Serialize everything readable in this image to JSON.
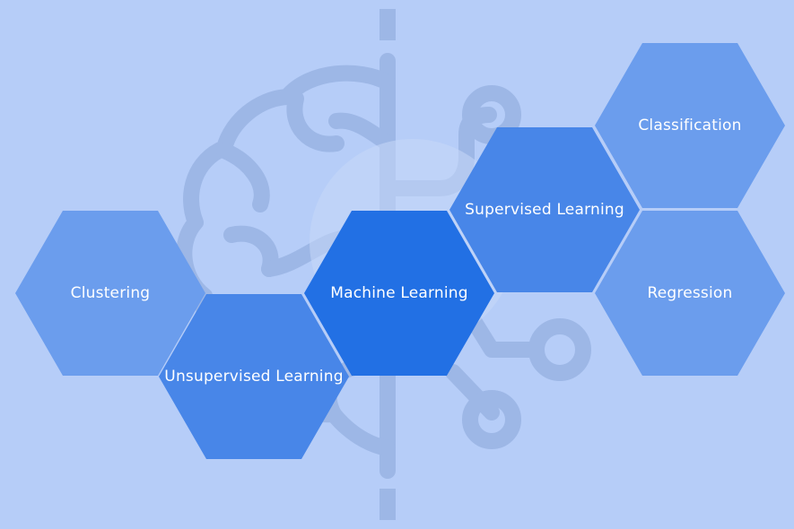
{
  "diagram": {
    "nodes": [
      {
        "id": "machine-learning",
        "label": "Machine Learning",
        "color": "#2270e4"
      },
      {
        "id": "supervised-learning",
        "label": "Supervised Learning",
        "color": "#4886e8"
      },
      {
        "id": "unsupervised-learning",
        "label": "Unsupervised Learning",
        "color": "#4886e8"
      },
      {
        "id": "classification",
        "label": "Classification",
        "color": "#6b9ded"
      },
      {
        "id": "regression",
        "label": "Regression",
        "color": "#6b9ded"
      },
      {
        "id": "clustering",
        "label": "Clustering",
        "color": "#6b9ded"
      }
    ],
    "background_color": "#b6cdf8",
    "background_icon": "brain-circuit-icon",
    "background_icon_color": "#9db7e6"
  }
}
